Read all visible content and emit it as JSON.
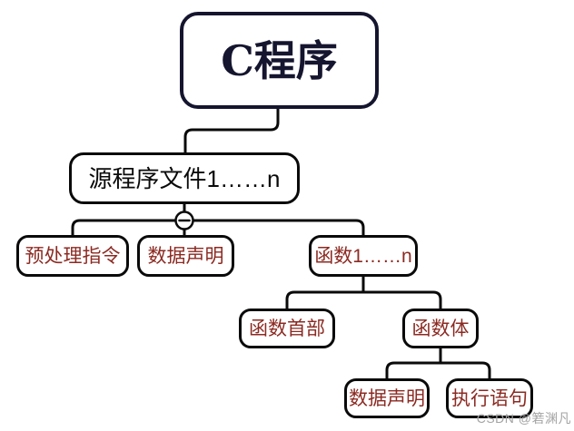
{
  "diagram": {
    "watermark": "CSDN @箬渊凡",
    "collapse_icon": "minus-in-circle",
    "colors": {
      "root_navy": "#15152f",
      "line_black": "#0a0a0a",
      "branch_text_maroon": "#8b2a22",
      "watermark_gray": "#a3a3a3",
      "background": "#ffffff"
    },
    "nodes": [
      {
        "id": "c-program",
        "label": "C程序",
        "level": 1
      },
      {
        "id": "source-file",
        "label": "源程序文件1……n",
        "level": 2
      },
      {
        "id": "preprocessing-directives",
        "label": "预处理指令",
        "level": 3
      },
      {
        "id": "data-declarations",
        "label": "数据声明",
        "level": 3
      },
      {
        "id": "functions",
        "label": "函数1……n",
        "level": 3
      },
      {
        "id": "function-header",
        "label": "函数首部",
        "level": 4
      },
      {
        "id": "function-body",
        "label": "函数体",
        "level": 4
      },
      {
        "id": "body-data-declarations",
        "label": "数据声明",
        "level": 5
      },
      {
        "id": "executable-statements",
        "label": "执行语句",
        "level": 5
      }
    ]
  }
}
